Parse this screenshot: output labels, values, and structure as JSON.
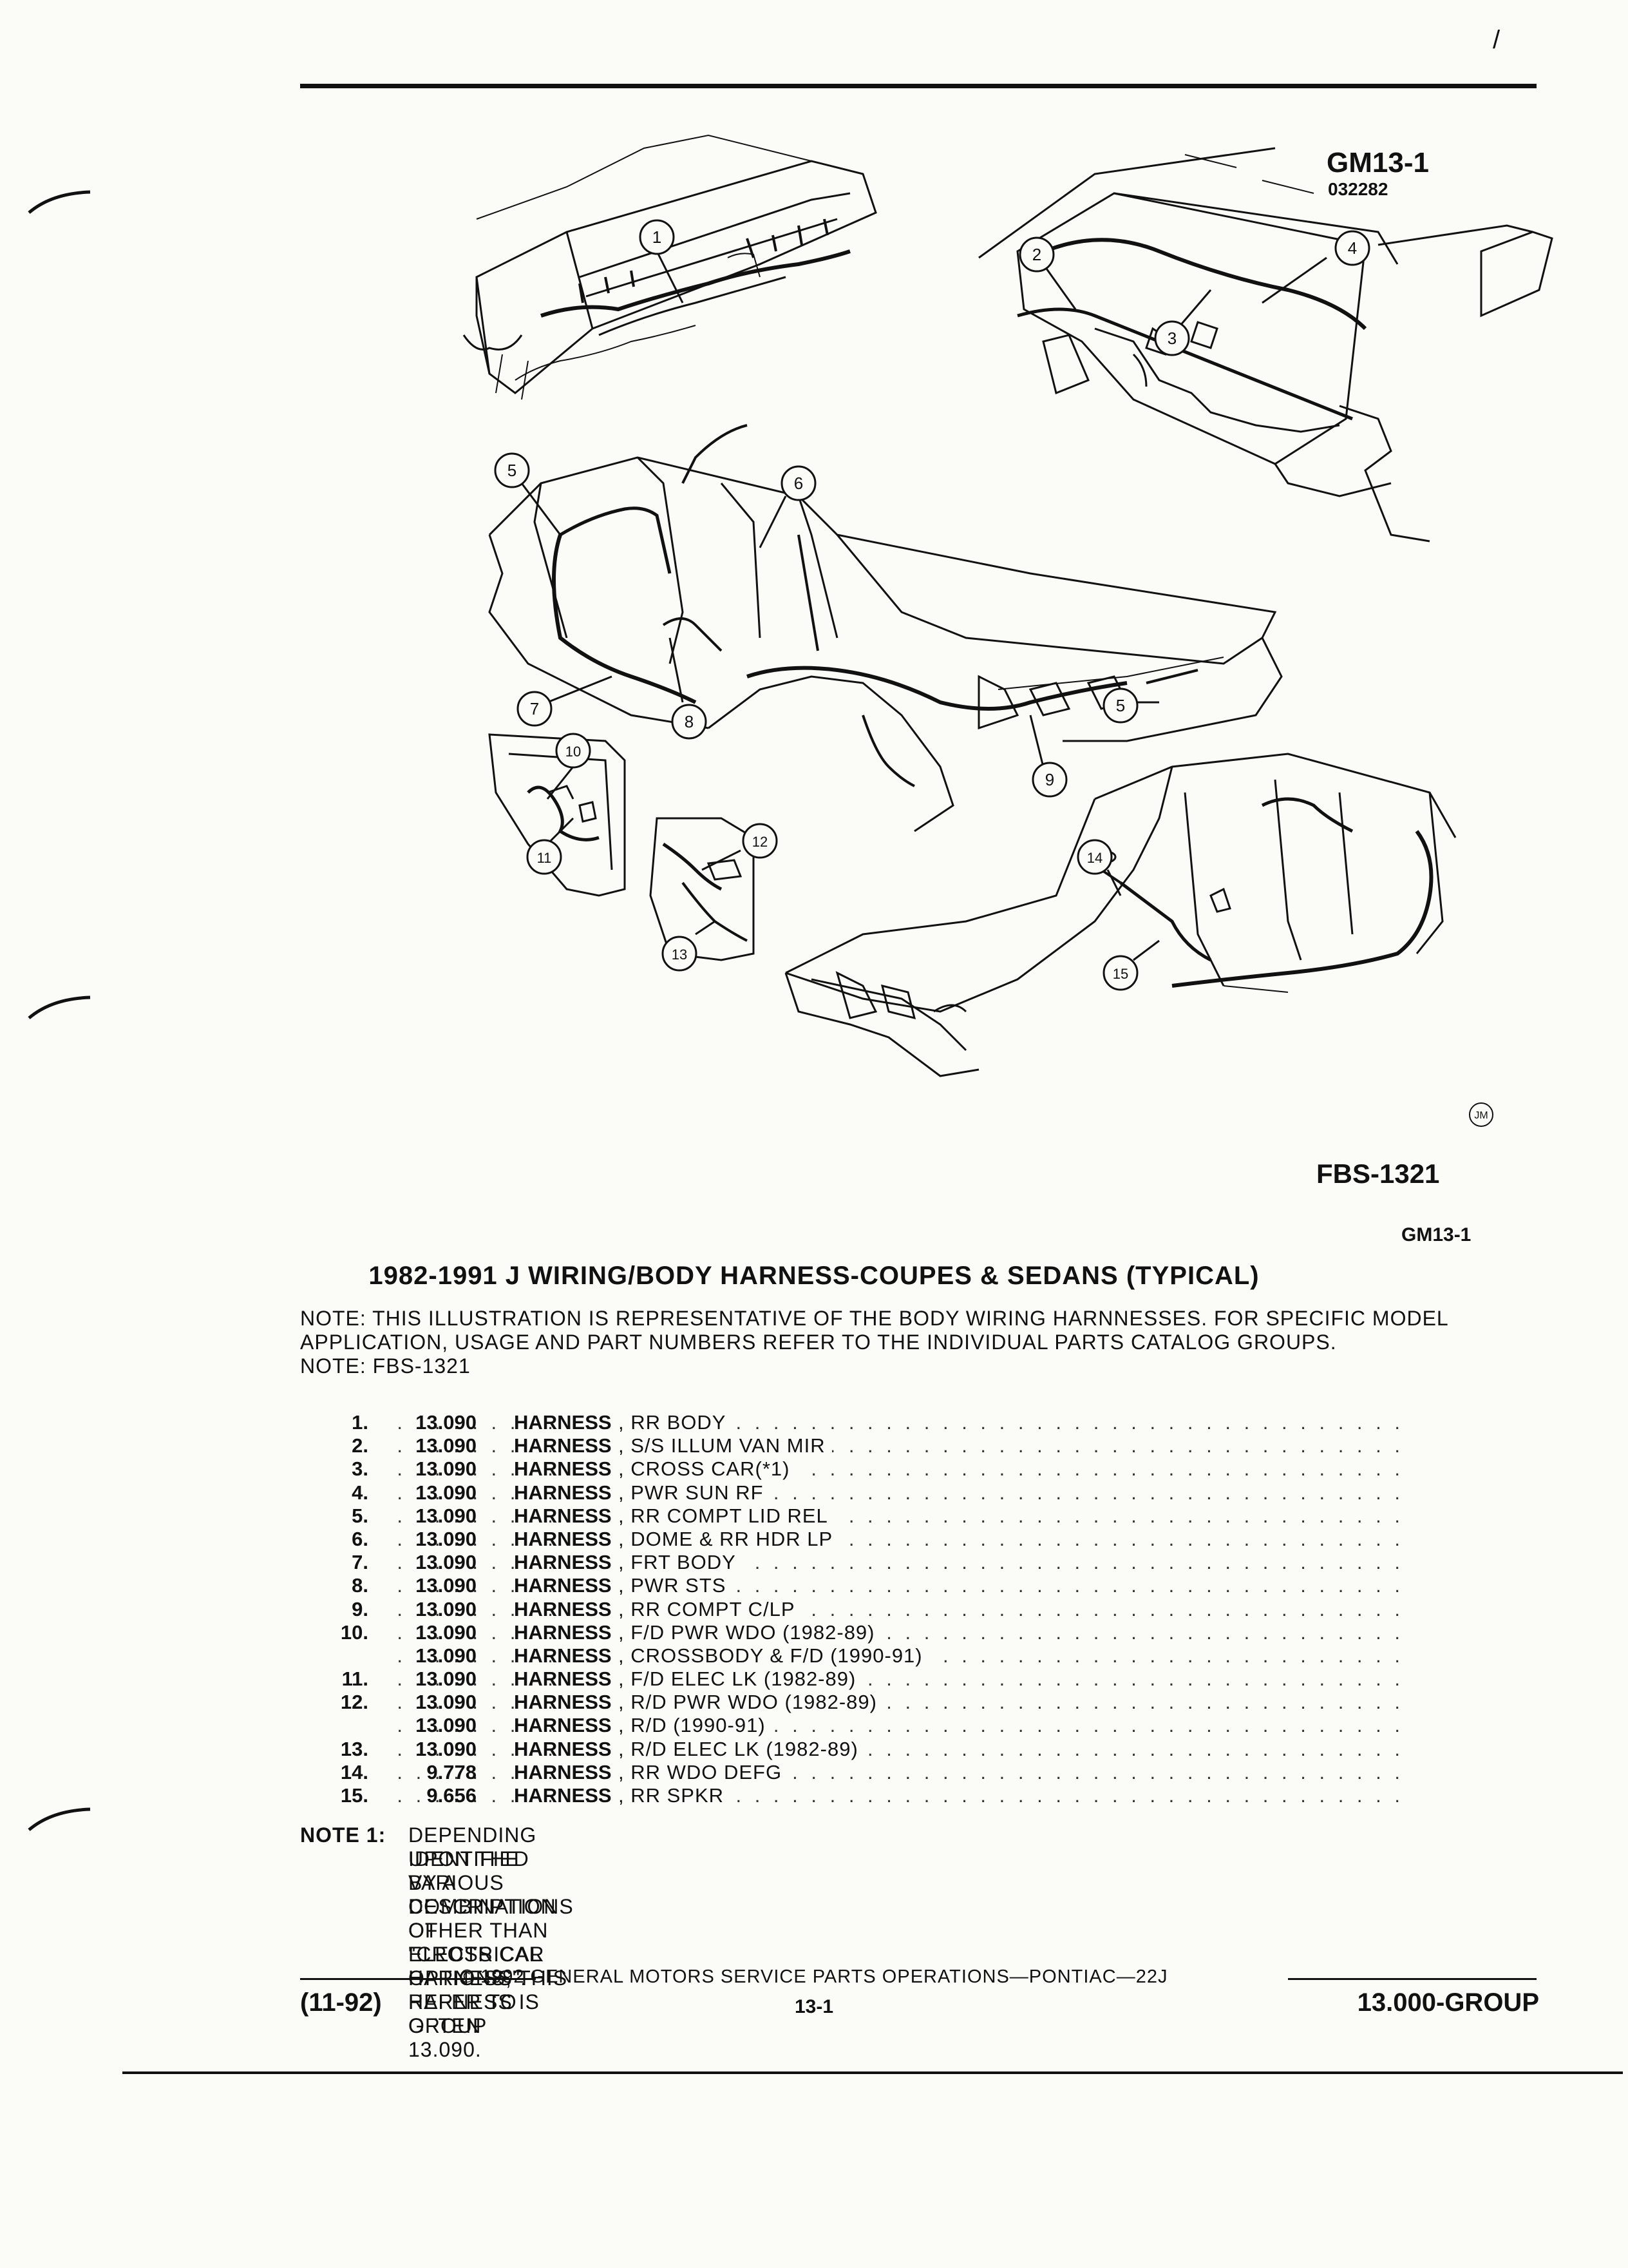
{
  "header": {
    "code": "GM13-1",
    "subcode": "032282"
  },
  "illustration": {
    "callouts": [
      "1",
      "2",
      "3",
      "4",
      "5",
      "6",
      "7",
      "8",
      "9",
      "10",
      "11",
      "12",
      "13",
      "14",
      "15",
      "5"
    ],
    "jm_mark": "JM",
    "figure_id": "FBS-1321",
    "caption_code": "GM13-1"
  },
  "title": "1982-1991 J WIRING/BODY HARNESS-COUPES & SEDANS (TYPICAL)",
  "notes": {
    "line1": "NOTE:  THIS ILLUSTRATION IS REPRESENTATIVE OF THE BODY WIRING HARNNESSES. FOR SPECIFIC MODEL",
    "line2": "APPLICATION, USAGE AND PART NUMBERS REFER TO THE INDIVIDUAL PARTS CATALOG GROUPS.",
    "line3": "NOTE:  FBS-1321"
  },
  "parts": [
    {
      "num": "1.",
      "group": "13.090",
      "name": "HARNESS",
      "desc": ", RR BODY"
    },
    {
      "num": "2.",
      "group": "13.090",
      "name": "HARNESS",
      "desc": ", S/S ILLUM VAN MIR"
    },
    {
      "num": "3.",
      "group": "13.090",
      "name": "HARNESS",
      "desc": ", CROSS CAR(*1)"
    },
    {
      "num": "4.",
      "group": "13.090",
      "name": "HARNESS",
      "desc": ", PWR SUN RF"
    },
    {
      "num": "5.",
      "group": "13.090",
      "name": "HARNESS",
      "desc": ", RR COMPT LID REL"
    },
    {
      "num": "6.",
      "group": "13.090",
      "name": "HARNESS",
      "desc": ", DOME & RR HDR LP"
    },
    {
      "num": "7.",
      "group": "13.090",
      "name": "HARNESS",
      "desc": ", FRT BODY"
    },
    {
      "num": "8.",
      "group": "13.090",
      "name": "HARNESS",
      "desc": ", PWR STS"
    },
    {
      "num": "9.",
      "group": "13.090",
      "name": "HARNESS",
      "desc": ", RR COMPT C/LP"
    },
    {
      "num": "10.",
      "group": "13.090",
      "name": "HARNESS",
      "desc": ", F/D PWR WDO (1982-89)"
    },
    {
      "num": "",
      "group": "13.090",
      "name": "HARNESS",
      "desc": ", CROSSBODY & F/D (1990-91)"
    },
    {
      "num": "11.",
      "group": "13.090",
      "name": "HARNESS",
      "desc": ", F/D ELEC LK (1982-89)"
    },
    {
      "num": "12.",
      "group": "13.090",
      "name": "HARNESS",
      "desc": ", R/D PWR WDO (1982-89)"
    },
    {
      "num": "",
      "group": "13.090",
      "name": "HARNESS",
      "desc": ", R/D (1990-91)"
    },
    {
      "num": "13.",
      "group": "13.090",
      "name": "HARNESS",
      "desc": ", R/D ELEC LK (1982-89)"
    },
    {
      "num": "14.",
      "group": "9.778",
      "name": "HARNESS",
      "desc": ", RR WDO DEFG"
    },
    {
      "num": "15.",
      "group": "9.656",
      "name": "HARNESS",
      "desc": ", RR SPKR"
    }
  ],
  "dots": ". . . . . . . . . . . . . . . . . . . . . . . . . . . . . . . . . . . . . . . . . . . . . . . . . . . . . .",
  "note1": {
    "label": "NOTE  1:",
    "line1": "DEPENDING UPON THE VARIOUS COMBINATIONS OF ELECTRICAL OPTIONS, THIS HARNESS IS OFTEN",
    "line2": "IDENTIFIED BY A DESCRIPTION OTHER THAN \"CROSS CAR HARNESS\". REFER TO GROUP 13.090."
  },
  "footer": {
    "copyright": "©  1992  GENERAL MOTORS SERVICE PARTS OPERATIONS—PONTIAC—22J",
    "date": "(11-92)",
    "page": "13-1",
    "group": "13.000-GROUP"
  }
}
